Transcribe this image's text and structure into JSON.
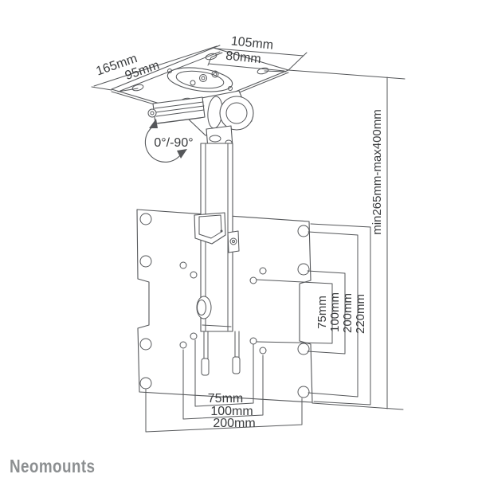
{
  "brand": {
    "logo_text": "Neomounts"
  },
  "diagram": {
    "title_hint": "ceiling TV mount technical drawing",
    "ceiling_plate": {
      "width_outer": "105mm",
      "width_inner": "80mm",
      "depth_outer": "165mm",
      "depth_inner": "95mm"
    },
    "tilt": {
      "range": "0°/-90°"
    },
    "height_adjustment": {
      "range": "min265mm-max400mm"
    },
    "vesa_vertical": {
      "v75": "75mm",
      "v100": "100mm",
      "v200": "200mm",
      "v220": "220mm"
    },
    "vesa_horizontal": {
      "h75": "75mm",
      "h100": "100mm",
      "h200": "200mm"
    }
  }
}
